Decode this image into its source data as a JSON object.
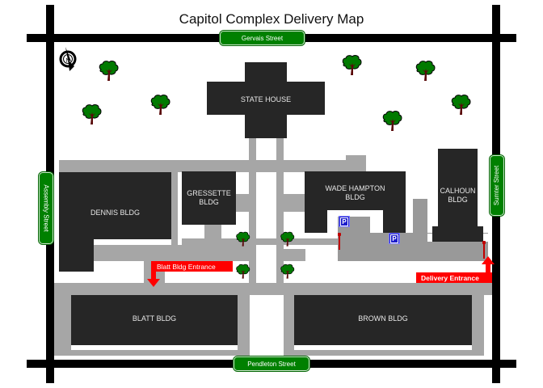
{
  "title": "Capitol Complex Delivery Map",
  "streets": {
    "north": "Gervais Street",
    "south": "Pendleton Street",
    "west": "Assembly Street",
    "east": "Sumter Street"
  },
  "buildings": {
    "state_house": "STATE HOUSE",
    "dennis": "DENNIS BLDG",
    "gressette_line1": "GRESSETTE",
    "gressette_line2": "BLDG",
    "wade_hampton_line1": "WADE HAMPTON",
    "wade_hampton_line2": "BLDG",
    "calhoun_line1": "CALHOUN",
    "calhoun_line2": "BLDG",
    "blatt": "BLATT BLDG",
    "brown": "BROWN BLDG"
  },
  "entrances": {
    "blatt": "Blatt Bldg Entrance",
    "delivery": "Delivery Entrance"
  },
  "parking_label": "P",
  "compass_label": "N",
  "colors": {
    "road": "#000000",
    "walkway": "#a6a6a6",
    "parking_lot": "#999999",
    "building": "#262626",
    "street_sign": "#008000",
    "entrance": "#ff0000",
    "parking_sign": "#1d1dcc",
    "tree_canopy": "#007a00",
    "tree_trunk": "#5a0a0a"
  }
}
